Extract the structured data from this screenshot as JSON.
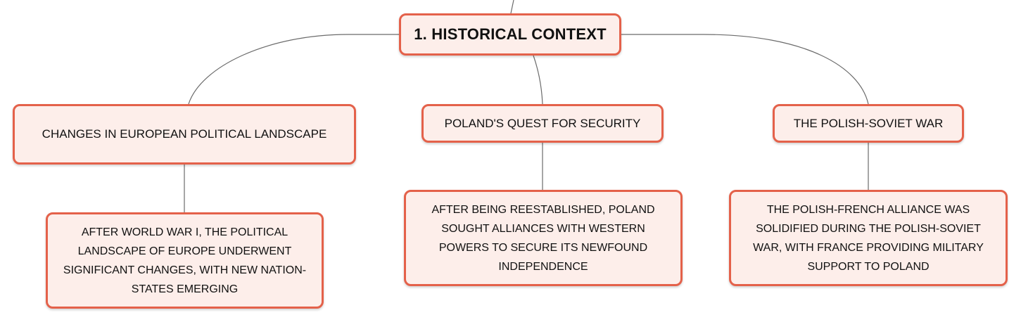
{
  "root": {
    "label": "1. HISTORICAL CONTEXT"
  },
  "branches": [
    {
      "label": "CHANGES IN EUROPEAN POLITICAL LANDSCAPE",
      "detail": "AFTER WORLD WAR I, THE POLITICAL LANDSCAPE OF EUROPE UNDERWENT SIGNIFICANT CHANGES, WITH NEW NATION-STATES EMERGING"
    },
    {
      "label": "POLAND'S QUEST FOR SECURITY",
      "detail": "AFTER BEING REESTABLISHED, POLAND SOUGHT ALLIANCES WITH WESTERN POWERS TO SECURE ITS NEWFOUND INDEPENDENCE"
    },
    {
      "label": "THE POLISH-SOVIET WAR",
      "detail": "THE POLISH-FRENCH ALLIANCE WAS SOLIDIFIED DURING THE POLISH-SOVIET WAR, WITH FRANCE PROVIDING MILITARY SUPPORT TO POLAND"
    }
  ],
  "colors": {
    "node_border": "#e4614a",
    "node_fill": "#fdeeea",
    "connector": "#6b6b6b",
    "text": "#111111"
  }
}
